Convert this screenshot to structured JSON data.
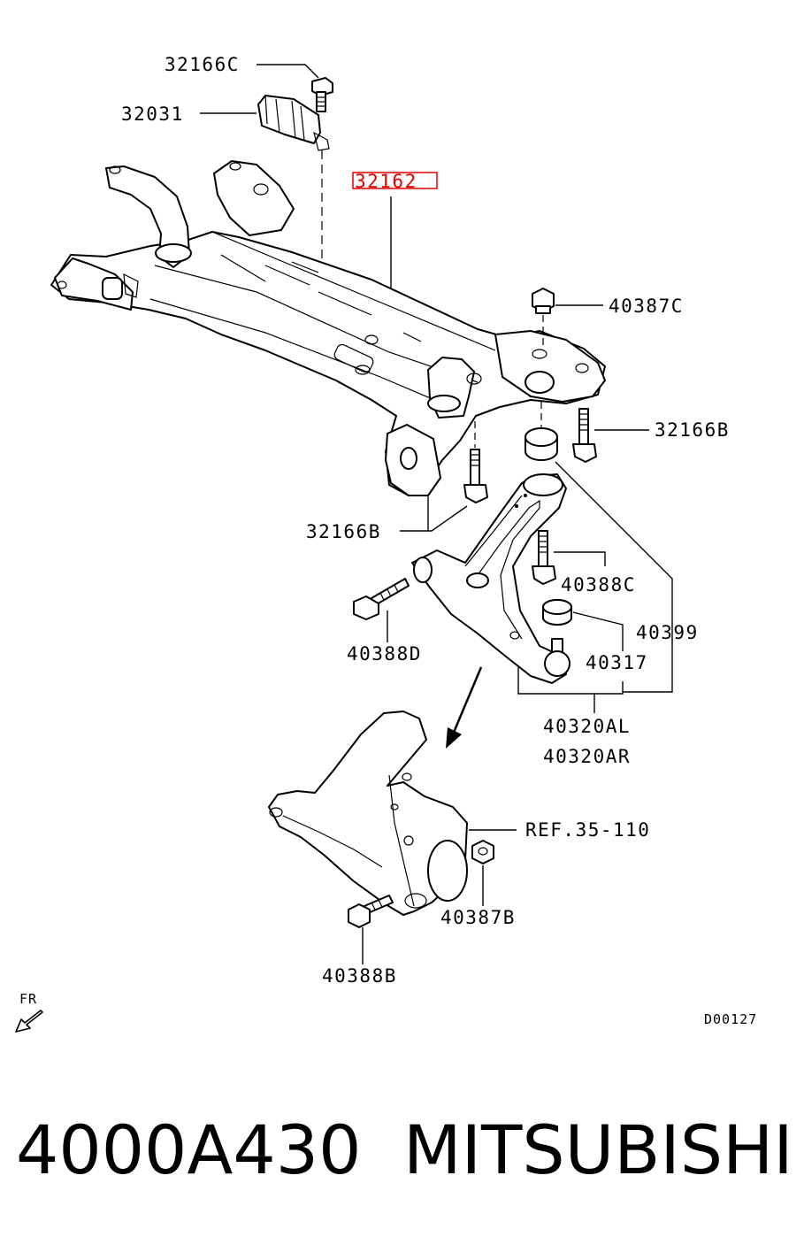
{
  "diagram": {
    "labels": {
      "bolt_top": "32166C",
      "bracket": "32031",
      "crossmember": "32162",
      "nut_right": "40387C",
      "bolt_right": "32166B",
      "bolt_middle": "32166B",
      "bolt_arm": "40388C",
      "bushing": "40399",
      "bolt_front": "40388D",
      "balljoint": "40317",
      "arm_left": "40320AL",
      "arm_right": "40320AR",
      "knuckle_ref": "REF.35-110",
      "knuckle_nut": "40387B",
      "knuckle_bolt": "40388B"
    },
    "direction_label": "FR",
    "diagram_code": "D00127",
    "highlight_color": "#e00000"
  },
  "footer": {
    "part_number": "4000A430",
    "brand": "MITSUBISHI"
  }
}
